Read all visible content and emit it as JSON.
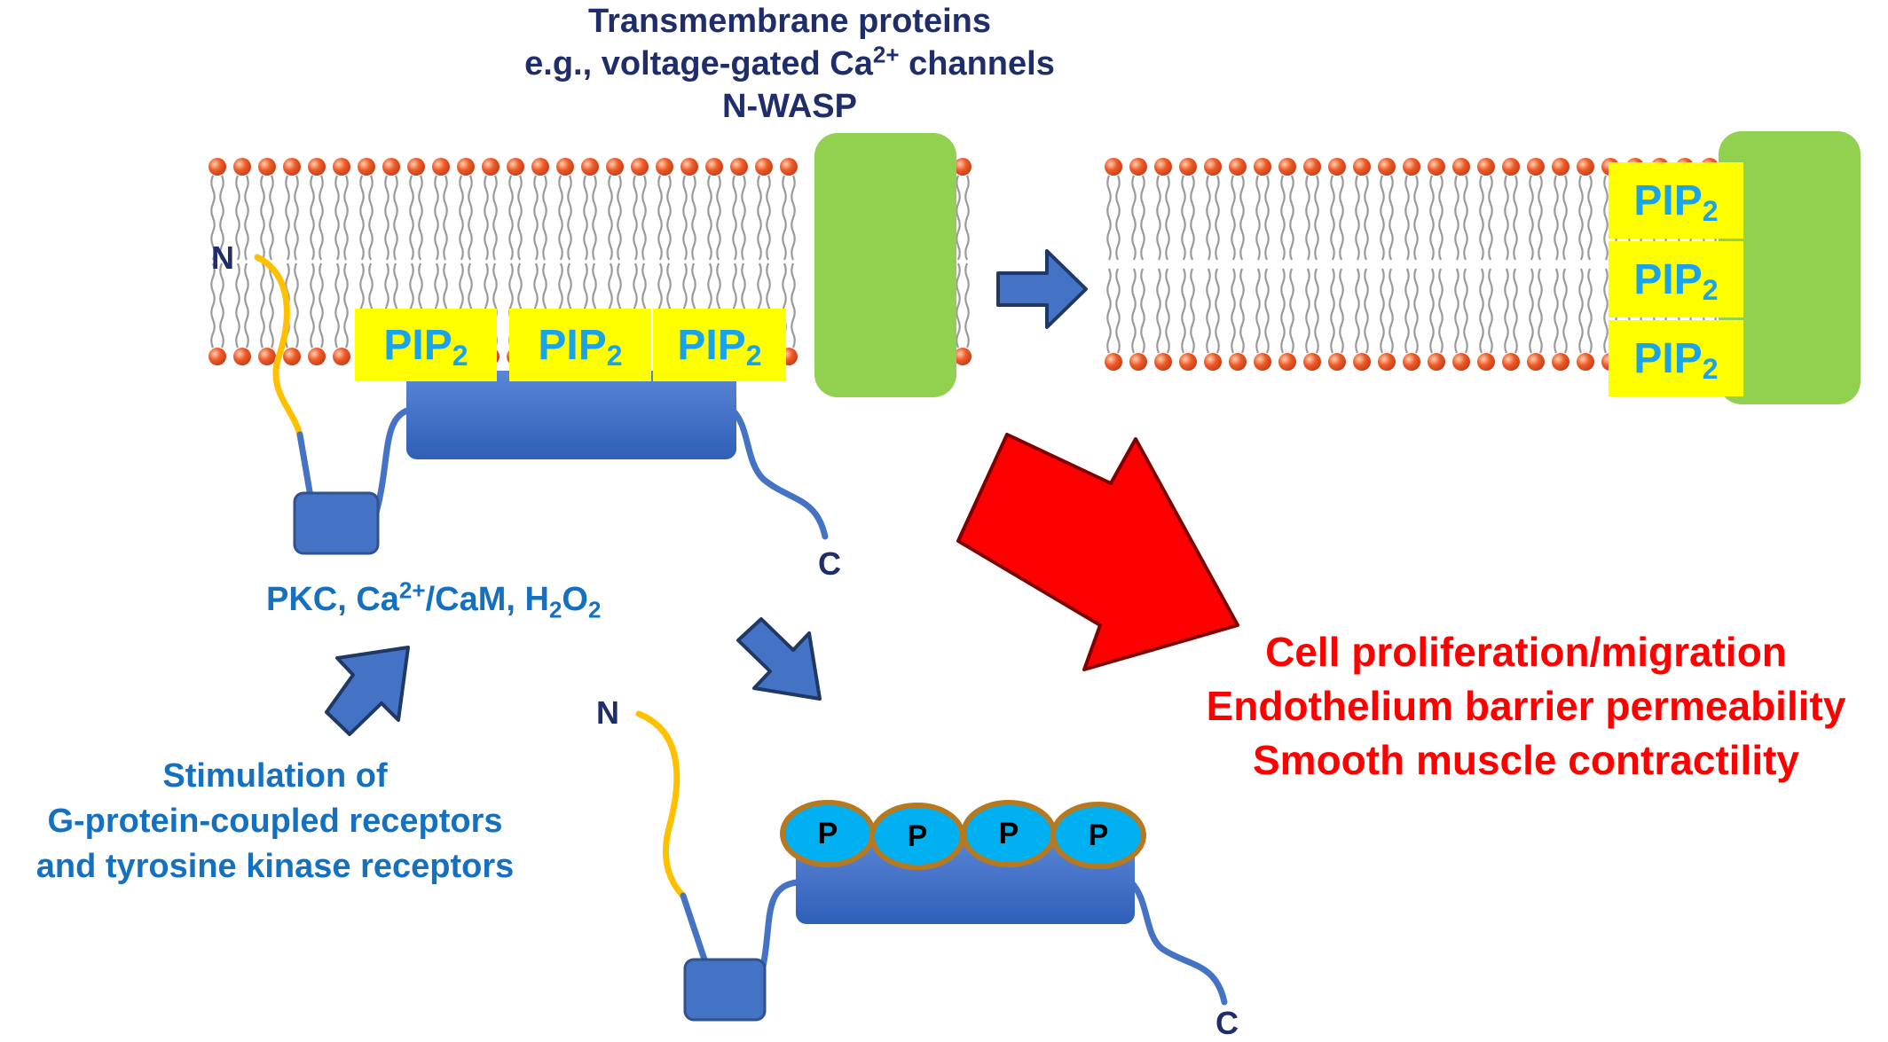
{
  "title": {
    "line1": "Transmembrane proteins",
    "line2_prefix": "e.g., voltage-gated Ca",
    "line2_sup": "2+",
    "line2_suffix": " channels",
    "line3": "N-WASP"
  },
  "pip": {
    "base": "PIP",
    "sub": "2"
  },
  "terminal": {
    "n": "N",
    "c": "C"
  },
  "phospho": {
    "label": "P"
  },
  "stimuli": {
    "pkc": "PKC, Ca",
    "pkc_sup": "2+",
    "pkc_mid": "/CaM, H",
    "pkc_sub1": "2",
    "pkc_o": "O",
    "pkc_sub2": "2"
  },
  "stimulation": {
    "line1": "Stimulation of",
    "line2": "G-protein-coupled receptors",
    "line3": "and tyrosine kinase receptors"
  },
  "effects": {
    "line1": "Cell proliferation/migration",
    "line2": "Endothelium barrier permeability",
    "line3": "Smooth muscle contractility"
  },
  "colors": {
    "lipid_head": "#f05a28",
    "protein_blue": "#4472c4",
    "tail_yellow": "#ffc000",
    "green_protein": "#92d050",
    "pip_yellow": "#ffff00",
    "pip_text": "#1aa3e8",
    "arrow_blue": "#4472c4",
    "arrow_red": "#ff0000",
    "phospho_fill": "#00b0f0",
    "phospho_ring": "#b7791f"
  }
}
